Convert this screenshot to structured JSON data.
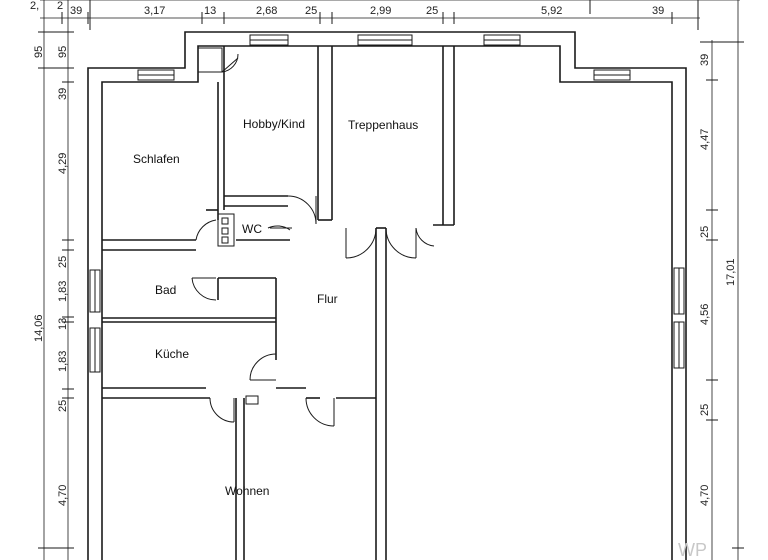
{
  "plan": {
    "rooms": {
      "schlafen": "Schlafen",
      "hobby": "Hobby/Kind",
      "treppenhaus": "Treppenhaus",
      "wc": "WC",
      "bad": "Bad",
      "flur": "Flur",
      "kueche": "Küche",
      "wohnen": "Wohnen"
    },
    "top_dims": [
      "39",
      "3,17",
      "13",
      "2,68",
      "25",
      "2,99",
      "25",
      "5,92",
      "39"
    ],
    "top_dims_cut": [
      "2,",
      "2"
    ],
    "left_outer_dims": [
      "95",
      "14,06"
    ],
    "left_inner_dims": [
      "95",
      "39",
      "4,29",
      "25",
      "1,83",
      "13",
      "1,83",
      "25",
      "4,70"
    ],
    "right_inner_dims": [
      "39",
      "4,47",
      "25",
      "4,56",
      "25",
      "4,70"
    ],
    "right_outer_dims": [
      "17,01"
    ],
    "logo_text": "WP"
  }
}
